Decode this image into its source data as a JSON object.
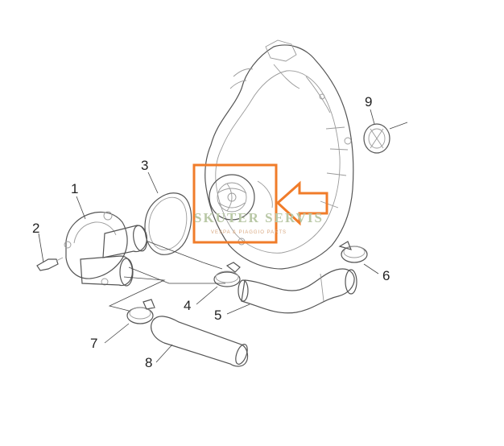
{
  "callouts": [
    {
      "id": "1",
      "label": "1"
    },
    {
      "id": "2",
      "label": "2"
    },
    {
      "id": "3",
      "label": "3"
    },
    {
      "id": "4",
      "label": "4"
    },
    {
      "id": "5",
      "label": "5"
    },
    {
      "id": "6",
      "label": "6"
    },
    {
      "id": "7",
      "label": "7"
    },
    {
      "id": "8",
      "label": "8"
    },
    {
      "id": "9",
      "label": "9"
    }
  ],
  "watermark": {
    "title": "SKUTER SERVIS",
    "subtitle": "VESPA & PIAGGIO PARTS"
  },
  "colors": {
    "highlight": "#f07c2a",
    "line": "#555555",
    "text": "#222222"
  }
}
